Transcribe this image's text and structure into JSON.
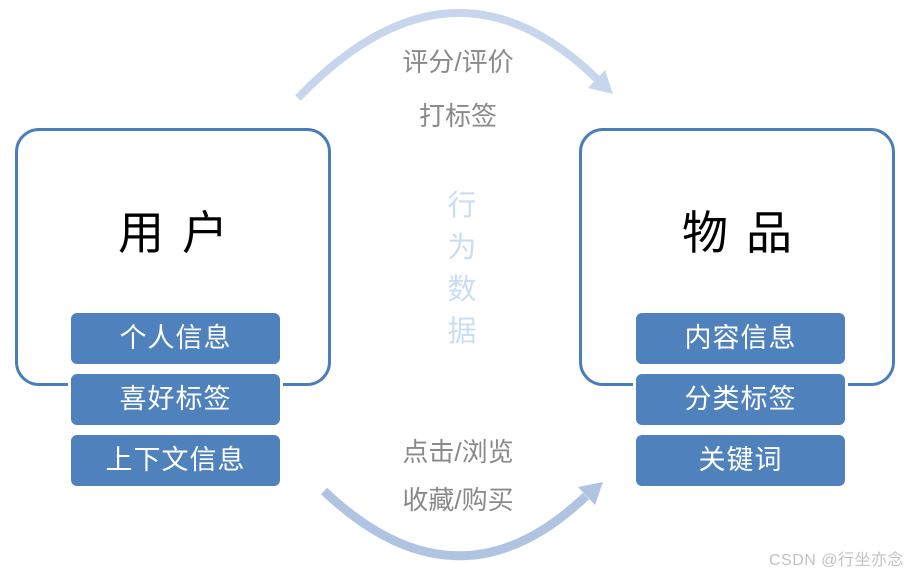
{
  "diagram": {
    "user_box": {
      "title": "用户",
      "items": [
        "个人信息",
        "喜好标签",
        "上下文信息"
      ]
    },
    "item_box": {
      "title": "物品",
      "items": [
        "内容信息",
        "分类标签",
        "关键词"
      ]
    },
    "top_flow": {
      "line1": "评分/评价",
      "line2": "打标签"
    },
    "bottom_flow": {
      "line1": "点击/浏览",
      "line2": "收藏/购买"
    },
    "center_label": {
      "text": "行为数据",
      "char1": "行",
      "char2": "为",
      "char3": "数",
      "char4": "据"
    },
    "colors": {
      "attr_fill": "#4f81bd",
      "box_border": "#4a7ebb",
      "top_arc": "#c7d6ec",
      "bottom_arc": "#b0c4e2",
      "flow_text": "#8a8a8a",
      "center_text": "#cbddf4"
    }
  },
  "watermark": "CSDN @行坐亦念"
}
